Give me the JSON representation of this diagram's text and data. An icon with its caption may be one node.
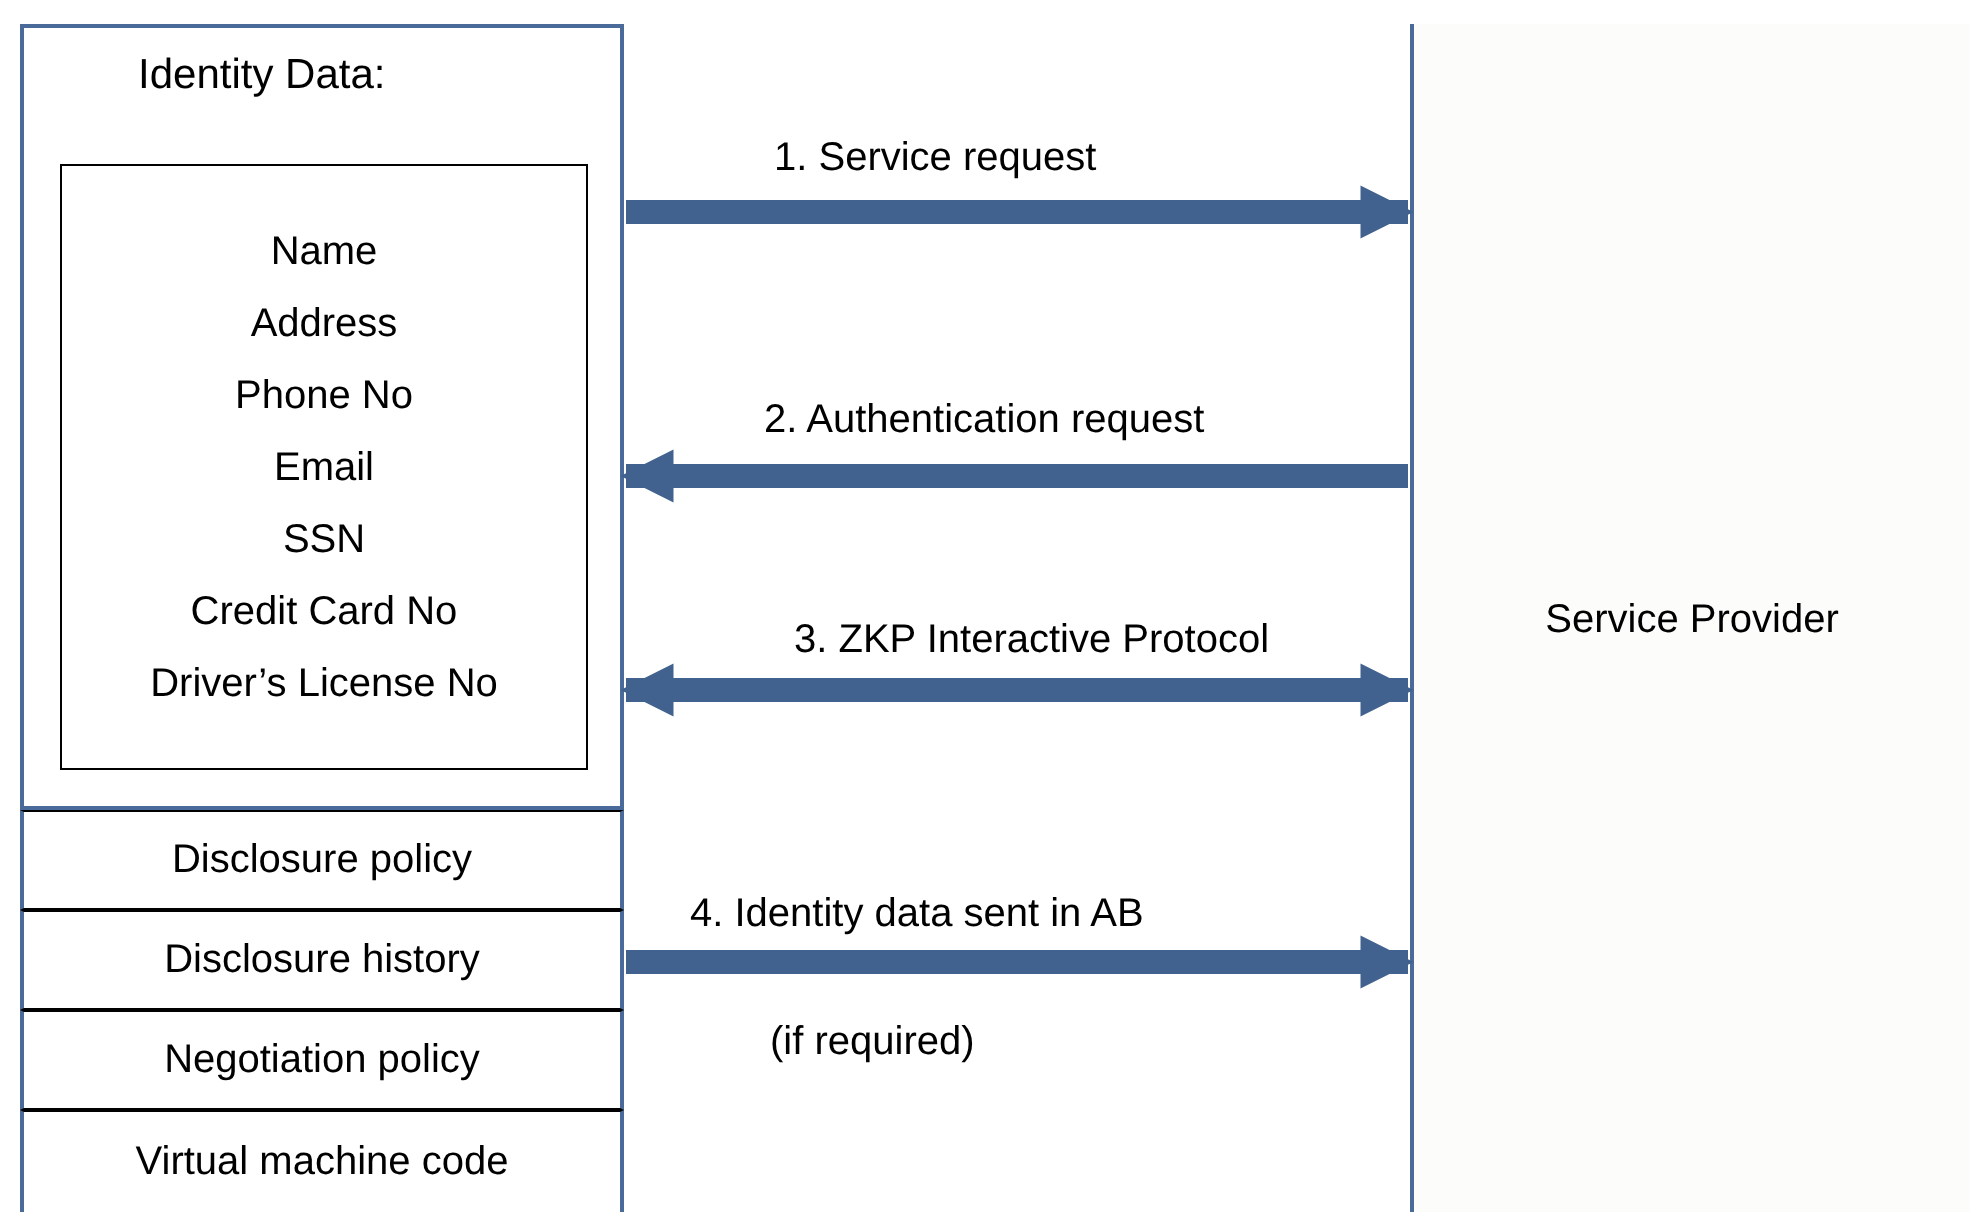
{
  "diagram": {
    "nodes": [
      {
        "text": [
          "Identity Data:"
        ]
      },
      {
        "text": [
          "Name",
          "Address",
          "Phone No",
          "Email",
          "SSN",
          "Credit Card No",
          "Driver’s License No"
        ],
        "in": 0
      },
      {
        "text": [
          "Disclosure policy"
        ]
      },
      {
        "text": [
          "Disclosure history"
        ]
      },
      {
        "text": [
          "Negotiation policy"
        ]
      },
      {
        "text": [
          "Virtual machine code"
        ]
      },
      {
        "text": [
          "Service Provider"
        ]
      }
    ],
    "edges": [
      {
        "from": 0,
        "to": 6,
        "arrow": "to",
        "label": "1. Service request"
      },
      {
        "from": 6,
        "to": 0,
        "arrow": "to",
        "label": "2. Authentication request"
      },
      {
        "from": 0,
        "to": 6,
        "arrow": "both",
        "label": "3. ZKP Interactive Protocol"
      },
      {
        "from": 3,
        "to": 6,
        "arrow": "to",
        "label": "4. Identity data sent in AB"
      }
    ],
    "labels": [
      "(if required)"
    ]
  }
}
